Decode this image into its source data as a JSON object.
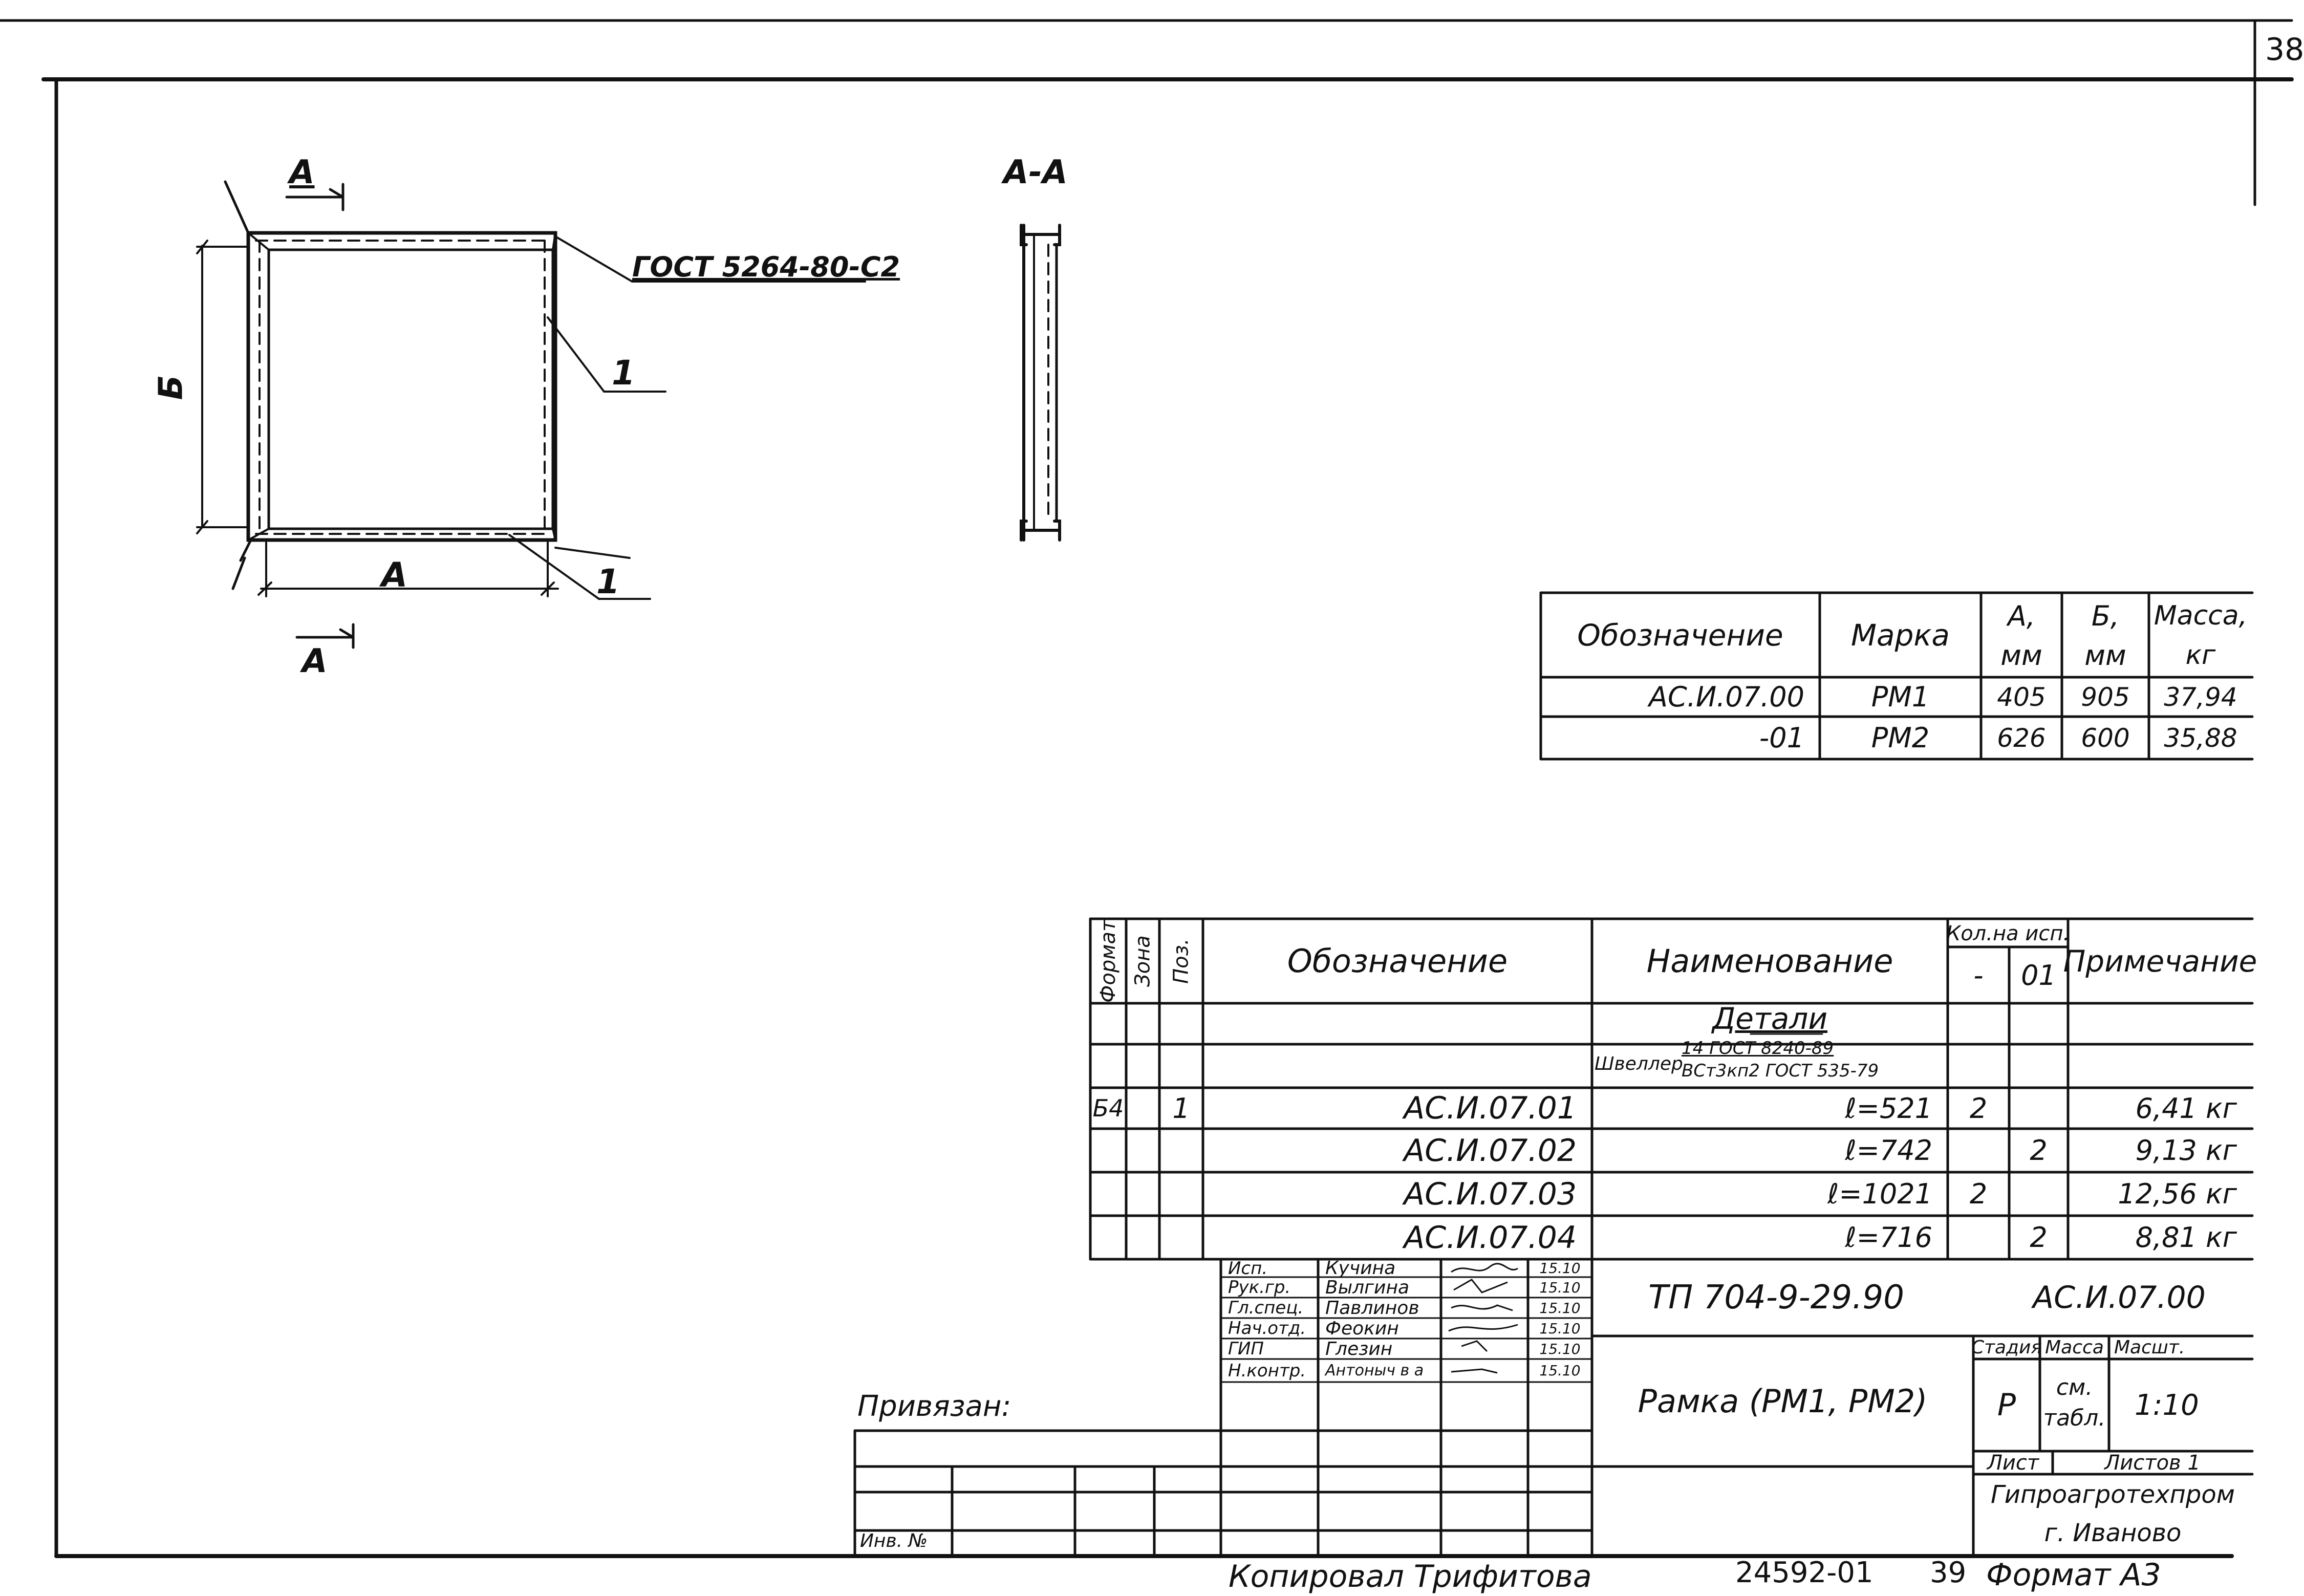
{
  "sheet": {
    "page_number": "38",
    "stamp_bottom_id": "24592-01",
    "stamp_bottom_page": "39",
    "format_label": "Формат А3",
    "copied_by": "Копировал Трифитова"
  },
  "drawing": {
    "gost_label": "ГОСТ 5264-80-С2",
    "dim_a": "А",
    "dim_b": "Б",
    "section_mark": "А",
    "section_title": "А-А",
    "pos_callout": "1"
  },
  "mass_table": {
    "headers": [
      "Обозначение",
      "Марка",
      "А,",
      "мм",
      "Б,",
      "мм",
      "Масса,",
      "кг"
    ],
    "rows": [
      {
        "designation": "АС.И.07.00",
        "mark": "РМ1",
        "a": "405",
        "b": "905",
        "mass": "37,94"
      },
      {
        "designation": "-01",
        "mark": "РМ2",
        "a": "626",
        "b": "600",
        "mass": "35,88"
      }
    ]
  },
  "spec_table": {
    "col_format": "Формат",
    "col_zone": "Зона",
    "col_pos": "Поз.",
    "col_designation": "Обозначение",
    "col_name": "Наименование",
    "col_qty": "Кол.на исп.",
    "col_qty_a": "-",
    "col_qty_b": "01",
    "col_note": "Примечание",
    "section_title": "Детали",
    "material_prefix": "Швеллер",
    "material_top": "14 ГОСТ 8240-89",
    "material_bottom": "ВСт3кп2 ГОСТ 535-79",
    "rows": [
      {
        "format": "Б4",
        "pos": "1",
        "designation": "АС.И.07.01",
        "length": "ℓ=521",
        "qty_a": "2",
        "qty_b": "",
        "note": "6,41 кг"
      },
      {
        "format": "",
        "pos": "",
        "designation": "АС.И.07.02",
        "length": "ℓ=742",
        "qty_a": "",
        "qty_b": "2",
        "note": "9,13 кг"
      },
      {
        "format": "",
        "pos": "",
        "designation": "АС.И.07.03",
        "length": "ℓ=1021",
        "qty_a": "2",
        "qty_b": "",
        "note": "12,56 кг"
      },
      {
        "format": "",
        "pos": "",
        "designation": "АС.И.07.04",
        "length": "ℓ=716",
        "qty_a": "",
        "qty_b": "2",
        "note": "8,81 кг"
      }
    ]
  },
  "title_block": {
    "roles": [
      "Исп.",
      "Рук.гр.",
      "Гл.спец.",
      "Нач.отд.",
      "ГИП",
      "Н.контр."
    ],
    "names": [
      "Кучина",
      "Вылгина",
      "Павлинов",
      "Феокин",
      "Глезин",
      "Антоныч в а"
    ],
    "dates": [
      "15.10",
      "15.10",
      "15.10",
      "15.10",
      "15.10",
      "15.10"
    ],
    "project_code": "ТП 704-9-29.90",
    "doc_code": "АС.И.07.00",
    "title": "Рамка (РМ1, РМ2)",
    "stage_label": "Стадия",
    "mass_label": "Масса",
    "scale_label": "Масшт.",
    "stage": "Р",
    "mass_value_1": "см.",
    "mass_value_2": "табл.",
    "scale": "1:10",
    "sheet_label": "Лист",
    "sheets_label": "Листов 1",
    "org_line1": "Гипроагротехпром",
    "org_line2": "г. Иваново",
    "bound_label": "Привязан:",
    "inv_label": "Инв. №"
  }
}
